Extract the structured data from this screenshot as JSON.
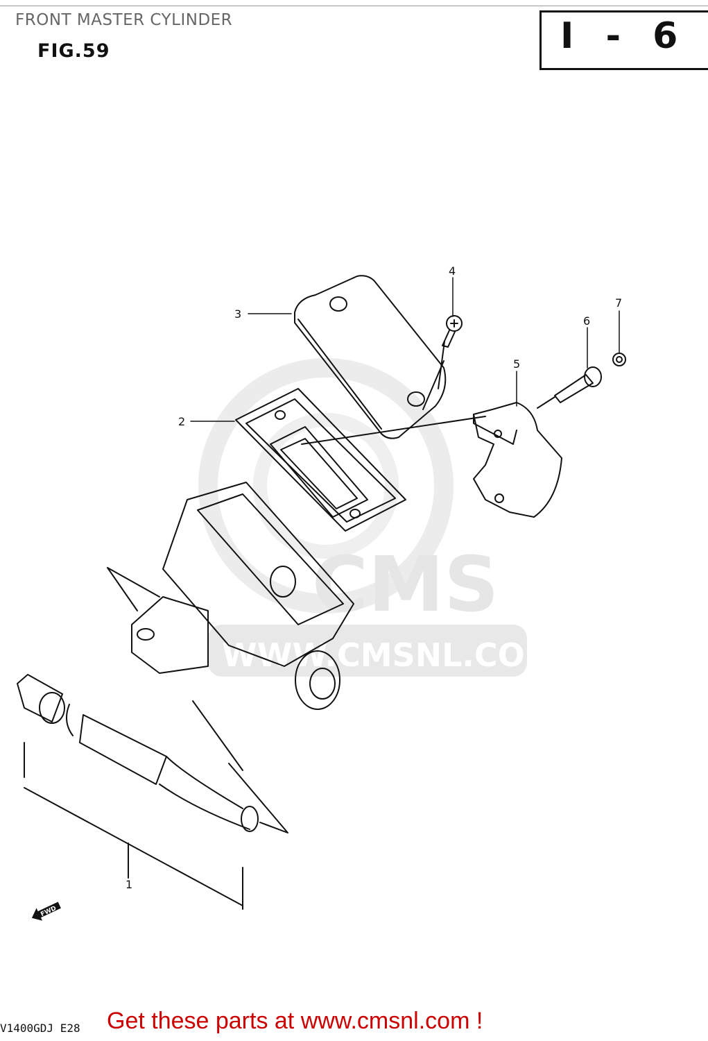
{
  "header": {
    "title": "FRONT MASTER CYLINDER",
    "figure": "FIG.59",
    "page_ref": "I - 6"
  },
  "diagram": {
    "callouts": [
      {
        "label": "1",
        "part": "piston-kit"
      },
      {
        "label": "2",
        "part": "diaphragm"
      },
      {
        "label": "3",
        "part": "reservoir-cap"
      },
      {
        "label": "4",
        "part": "cap-screw"
      },
      {
        "label": "5",
        "part": "holder-clamp"
      },
      {
        "label": "6",
        "part": "clamp-bolt"
      },
      {
        "label": "7",
        "part": "nut"
      }
    ],
    "fwd_label": "FWD",
    "watermark": {
      "logo": "CMS",
      "url": "WWW.CMSNL.COM"
    }
  },
  "footer": {
    "model_code": "V1400GDJ E28",
    "promo": "Get these parts at www.cmsnl.com !",
    "promo_color": "#cc0000"
  }
}
